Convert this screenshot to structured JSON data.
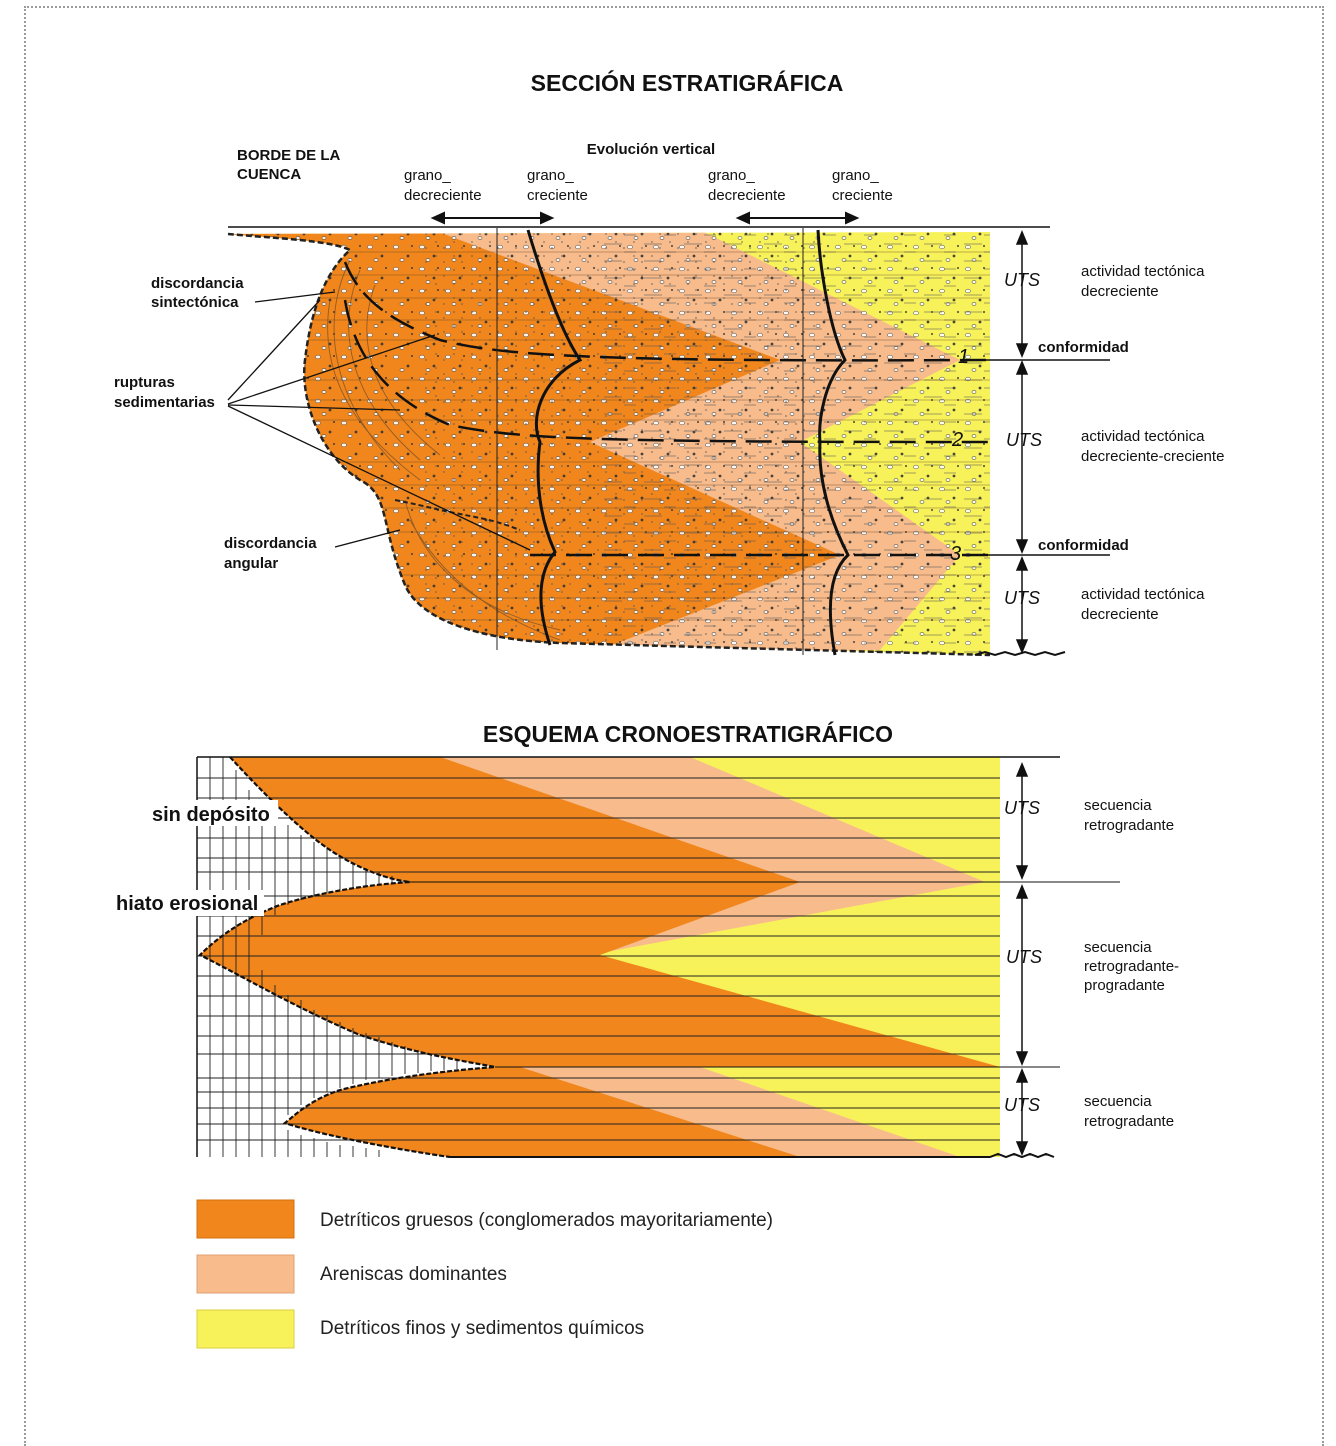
{
  "top_title": "SECCIÓN ESTRATIGRÁFICA",
  "bottom_title": "ESQUEMA CRONOESTRATIGRÁFICO",
  "top": {
    "basin_edge": [
      "BORDE DE LA",
      "CUENCA"
    ],
    "vertical_evolution": "Evolución vertical",
    "grain_dec": [
      "grano_",
      "decreciente"
    ],
    "grain_inc": [
      "grano_",
      "creciente"
    ],
    "syn_unconformity": [
      "discordancia",
      "sintectónica"
    ],
    "ruptures": [
      "rupturas",
      "sedimentarias"
    ],
    "angular_unconformity": [
      "discordancia",
      "angular"
    ],
    "conformity": "conformidad",
    "uts": "UTS",
    "activity": [
      [
        "actividad tectónica",
        "decreciente"
      ],
      [
        "actividad tectónica",
        "decreciente-creciente"
      ],
      [
        "actividad tectónica",
        "decreciente"
      ]
    ],
    "surface_numbers": [
      "1",
      "2",
      "3"
    ]
  },
  "bottom": {
    "no_deposit": "sin depósito",
    "erosional_hiatus": "hiato erosional",
    "uts": "UTS",
    "sequences": [
      [
        "secuencia",
        "retrogradante"
      ],
      [
        "secuencia",
        "retrogradante-",
        "progradante"
      ],
      [
        "secuencia",
        "retrogradante"
      ]
    ]
  },
  "legend": [
    {
      "label": "Detríticos gruesos (conglomerados mayoritariamente)",
      "color": "#f0861c"
    },
    {
      "label": "Areniscas dominantes",
      "color": "#f7bb8c"
    },
    {
      "label": "Detríticos finos y sedimentos químicos",
      "color": "#f8f25a"
    }
  ]
}
